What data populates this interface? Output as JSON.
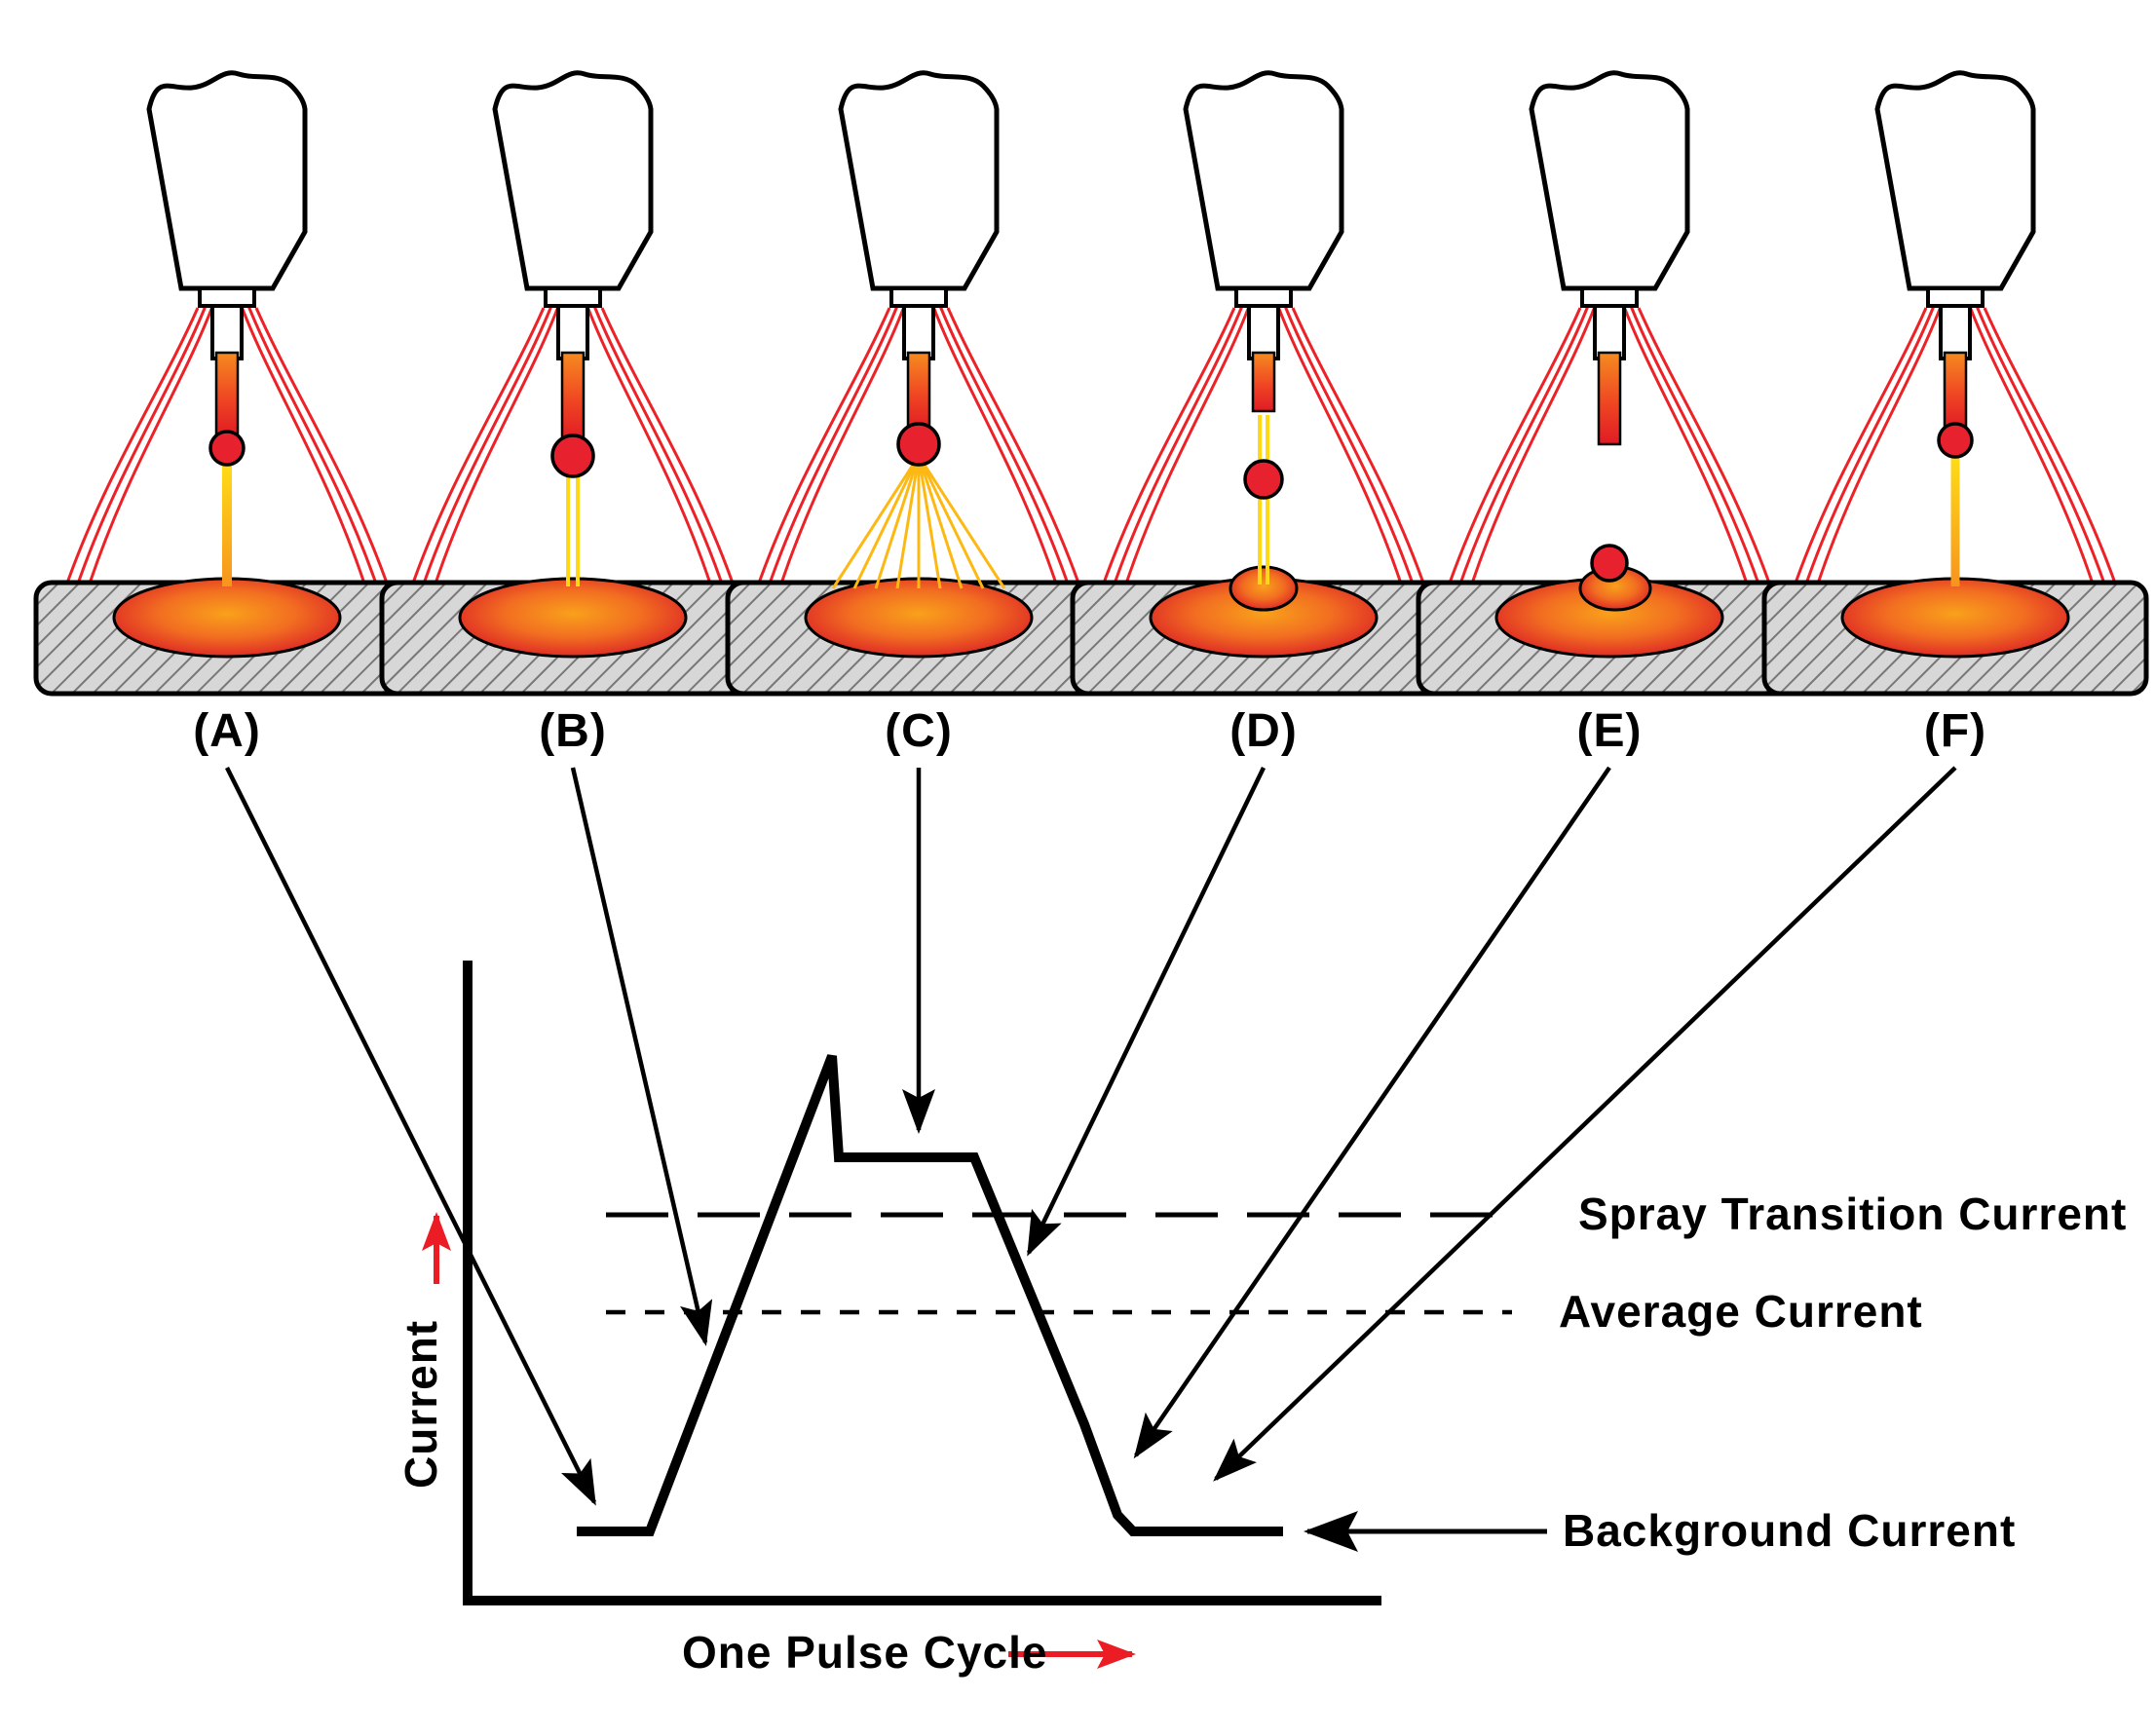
{
  "figure": {
    "stages": [
      {
        "label": "(A)"
      },
      {
        "label": "(B)"
      },
      {
        "label": "(C)"
      },
      {
        "label": "(D)"
      },
      {
        "label": "(E)"
      },
      {
        "label": "(F)"
      }
    ],
    "graph": {
      "y_axis_label": "Current",
      "x_axis_label": "One Pulse Cycle",
      "spray_label": "Spray Transition Current",
      "average_label": "Average Current",
      "background_label": "Background Current"
    },
    "colors": {
      "accent_red": "#EC1C24",
      "arc_red": "#EC2227",
      "arc_yellow": "#FFD915",
      "metal_orange": "#F68B1F",
      "ink": "#000000"
    }
  }
}
